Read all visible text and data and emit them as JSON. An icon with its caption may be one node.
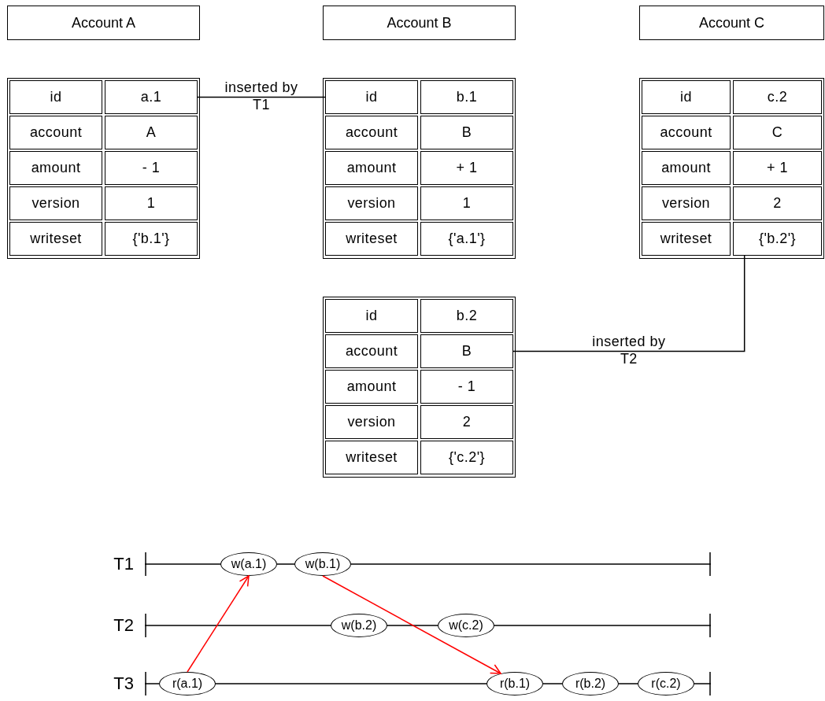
{
  "diagram": {
    "nodes": [
      {
        "text": [
          "Account A"
        ]
      },
      {
        "text": [
          "Account B"
        ]
      },
      {
        "text": [
          "Account C"
        ]
      },
      {
        "text": [],
        "shape": "box"
      },
      {
        "text": [
          "id"
        ],
        "in": 3
      },
      {
        "text": [
          "a.1"
        ],
        "in": 3
      },
      {
        "text": [
          "account"
        ],
        "in": 3
      },
      {
        "text": [
          "A"
        ],
        "in": 3
      },
      {
        "text": [
          "amount"
        ],
        "in": 3
      },
      {
        "text": [
          "- 1"
        ],
        "in": 3
      },
      {
        "text": [
          "version"
        ],
        "in": 3
      },
      {
        "text": [
          "1"
        ],
        "in": 3
      },
      {
        "text": [
          "writeset"
        ],
        "in": 3
      },
      {
        "text": [
          "{'b.1'}"
        ],
        "in": 3
      },
      {
        "text": [],
        "shape": "box"
      },
      {
        "text": [
          "id"
        ],
        "in": 14
      },
      {
        "text": [
          "b.1"
        ],
        "in": 14
      },
      {
        "text": [
          "account"
        ],
        "in": 14
      },
      {
        "text": [
          "B"
        ],
        "in": 14
      },
      {
        "text": [
          "amount"
        ],
        "in": 14
      },
      {
        "text": [
          "+ 1"
        ],
        "in": 14
      },
      {
        "text": [
          "version"
        ],
        "in": 14
      },
      {
        "text": [
          "1"
        ],
        "in": 14
      },
      {
        "text": [
          "writeset"
        ],
        "in": 14
      },
      {
        "text": [
          "{'a.1'}"
        ],
        "in": 14
      },
      {
        "text": [],
        "shape": "box"
      },
      {
        "text": [
          "id"
        ],
        "in": 25
      },
      {
        "text": [
          "c.2"
        ],
        "in": 25
      },
      {
        "text": [
          "account"
        ],
        "in": 25
      },
      {
        "text": [
          "C"
        ],
        "in": 25
      },
      {
        "text": [
          "amount"
        ],
        "in": 25
      },
      {
        "text": [
          "+ 1"
        ],
        "in": 25
      },
      {
        "text": [
          "version"
        ],
        "in": 25
      },
      {
        "text": [
          "2"
        ],
        "in": 25
      },
      {
        "text": [
          "writeset"
        ],
        "in": 25
      },
      {
        "text": [
          "{'b.2'}"
        ],
        "in": 25
      },
      {
        "text": [],
        "shape": "box"
      },
      {
        "text": [
          "id"
        ],
        "in": 36
      },
      {
        "text": [
          "b.2"
        ],
        "in": 36
      },
      {
        "text": [
          "account"
        ],
        "in": 36
      },
      {
        "text": [
          "B"
        ],
        "in": 36
      },
      {
        "text": [
          "amount"
        ],
        "in": 36
      },
      {
        "text": [
          "- 1"
        ],
        "in": 36
      },
      {
        "text": [
          "version"
        ],
        "in": 36
      },
      {
        "text": [
          "2"
        ],
        "in": 36
      },
      {
        "text": [
          "writeset"
        ],
        "in": 36
      },
      {
        "text": [
          "{'c.2'}"
        ],
        "in": 36
      },
      {
        "text": [],
        "shape": "bar",
        "beside": [
          "T1"
        ]
      },
      {
        "text": [
          "w(a.1)"
        ],
        "in": 47
      },
      {
        "text": [
          "w(b.1)"
        ],
        "in": 47
      },
      {
        "text": [],
        "shape": "bar",
        "beside": [
          "T2"
        ]
      },
      {
        "text": [
          "w(b.2)"
        ],
        "in": 50
      },
      {
        "text": [
          "w(c.2)"
        ],
        "in": 50
      },
      {
        "text": [],
        "shape": "bar",
        "beside": [
          "T3"
        ]
      },
      {
        "text": [
          "r(a.1)"
        ],
        "in": 53
      },
      {
        "text": [
          "r(b.1)"
        ],
        "in": 53
      },
      {
        "text": [
          "r(b.2)"
        ],
        "in": 53
      },
      {
        "text": [
          "r(c.2)"
        ],
        "in": 53
      }
    ],
    "edges": [
      {
        "from": 5,
        "to": 15,
        "arrow": "none",
        "label": "inserted by T1"
      },
      {
        "from": 40,
        "to": 35,
        "arrow": "none",
        "label": "inserted by T2"
      },
      {
        "from": 54,
        "to": 48,
        "arrow": "to",
        "color": "#ff0000"
      },
      {
        "from": 49,
        "to": 55,
        "arrow": "to",
        "color": "#ff0000"
      }
    ]
  }
}
